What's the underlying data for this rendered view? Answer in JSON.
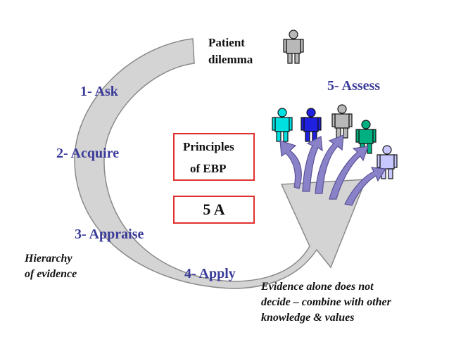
{
  "colors": {
    "cycle_fill": "#d4d4d4",
    "cycle_stroke": "#8a8a8a",
    "step_text": "#3b3b9a",
    "box_border": "#e03030",
    "arrow_fill": "#8a82c8",
    "arrow_stroke": "#5a5296",
    "person_colors": [
      "#00e0e0",
      "#2020e0",
      "#b8b8b8",
      "#00b080",
      "#c8c8ff",
      "#b8b8b8"
    ]
  },
  "diagram": {
    "patient_dilemma": [
      "Patient",
      "dilemma"
    ],
    "steps": {
      "ask": "1- Ask",
      "acquire": "2- Acquire",
      "appraise": "3- Appraise",
      "apply": "4- Apply",
      "assess": "5- Assess"
    },
    "principles": [
      "Principles",
      "of  EBP"
    ],
    "five_a": "5  A",
    "hierarchy": [
      "Hierarchy",
      "of evidence"
    ],
    "note": [
      "Evidence alone does not",
      "decide – combine with other",
      "knowledge & values"
    ]
  },
  "icons": [
    "person-icon",
    "curved-arrow-icon",
    "cycle-arrow-icon"
  ]
}
